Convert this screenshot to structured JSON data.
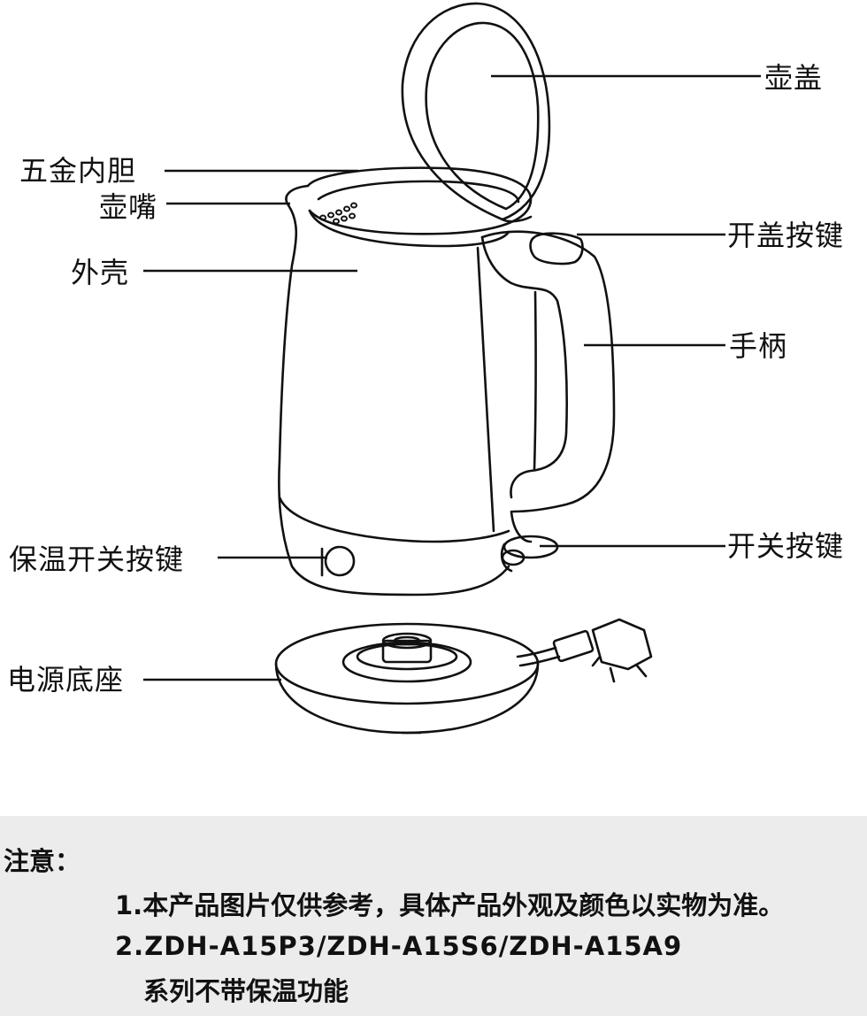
{
  "labels": {
    "lid": "壶盖",
    "inner_pot": "五金内胆",
    "spout": "壶嘴",
    "shell": "外壳",
    "lid_button": "开盖按键",
    "handle": "手柄",
    "keep_warm_switch": "保温开关按键",
    "power_switch": "开关按键",
    "power_base": "电源底座"
  },
  "note": {
    "title": "注意：",
    "line1": "1.本产品图片仅供参考，具体产品外观及颜色以实物为准。",
    "line2": "2.ZDH-A15P3/ZDH-A15S6/ZDH-A15A9",
    "line3": "系列不带保温功能"
  },
  "colors": {
    "line": "#111111",
    "note_background": "#ececec"
  }
}
